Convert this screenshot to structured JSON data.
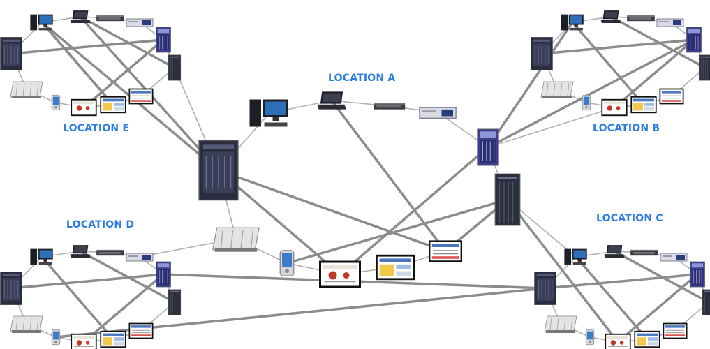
{
  "locations": {
    "a": "LOCATION A",
    "b": "LOCATION B",
    "c": "LOCATION C",
    "d": "LOCATION D",
    "e": "LOCATION E"
  },
  "colors": {
    "label": "#2a7de1",
    "link_thin": "#b0b0b0",
    "link_thick": "#8c8c8c",
    "server_dark": "#2a2d3f",
    "server_blue": "#3b3f8c",
    "monitor": "#1e1e26",
    "screen_blue": "#2f6fb8",
    "appliance": "#e4e4e4",
    "document_accent": "#c0392b"
  },
  "icons": [
    "tower-server-icon",
    "desktop-computer-icon",
    "laptop-icon",
    "network-switch-icon",
    "router-icon",
    "blade-server-icon",
    "rack-server-icon",
    "storage-array-icon",
    "pda-icon",
    "document-icon",
    "dashboard-icon",
    "report-icon"
  ]
}
